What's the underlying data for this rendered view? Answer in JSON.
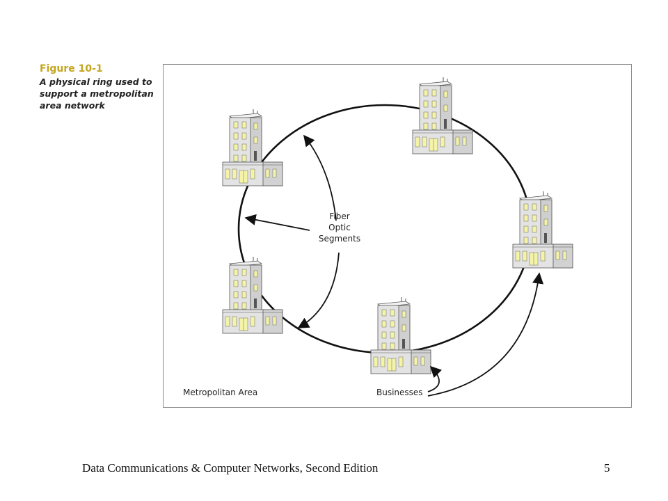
{
  "caption": {
    "number": "Figure 10-1",
    "lines": [
      "A physical ring used to",
      "support a metropolitan",
      "area network"
    ]
  },
  "labels": {
    "fiber": [
      "Fiber",
      "Optic",
      "Segments"
    ],
    "area": "Metropolitan Area",
    "businesses": "Businesses"
  },
  "footer": {
    "title": "Data Communications & Computer Networks, Second Edition",
    "page": "5"
  },
  "colors": {
    "accent": "#c4a51e",
    "window": "#f4f3a8",
    "building": "#e3e3e3"
  }
}
